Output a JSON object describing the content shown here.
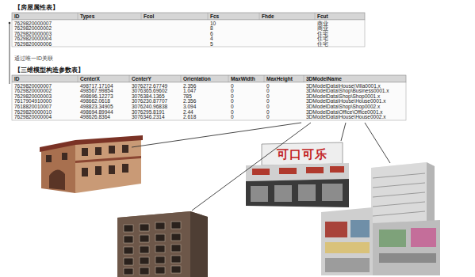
{
  "diagram": {
    "labels": [
      "【房屋属性表】",
      "ID",
      "Types",
      "Fcol",
      "Fcs",
      "Fhde",
      "Fcut",
      "7629820000007",
      "10",
      "商业",
      "7629820000002",
      "8",
      "商业",
      "7629820000003",
      "6",
      "住宅",
      "7629820000004",
      "4",
      "住宅",
      "7629820000006",
      "5",
      "住宅",
      "通过唯一ID关联",
      "【三维模型构造参数表】",
      "ID",
      "CenterX",
      "CenterY",
      "Orientation",
      "MaxWidth",
      "MaxHeight",
      "3DModelName",
      "7629820000007",
      "498717.17104",
      "3076272.67749",
      "2.356",
      "0",
      "0",
      "3DModelData\\House\\Villa0001.x",
      "7629820000002",
      "498567.99854",
      "3076365.69602",
      "1.047",
      "0",
      "0",
      "3DModelData\\Shop\\Business0001.x",
      "7629820000003",
      "498696.12273",
      "3076384.1365",
      "785",
      "0",
      "0",
      "3DModelData\\Shop\\Shop0001.x",
      "7617904910000",
      "498662.0618",
      "3076230.87707",
      "2.356",
      "0",
      "0",
      "3DModelData\\House\\House0001.x",
      "7618820010007",
      "498823.34905",
      "3076240.96838",
      "3.094",
      "0",
      "0",
      "3DModelData\\Shop\\Shop0002.x",
      "7629820000010",
      "498694.89944",
      "3076295.8191",
      "2.44",
      "0",
      "0",
      "3DModelData\\Office\\Office0001.x",
      "7629820000004",
      "498626.8364",
      "3076346.2314",
      "2.618",
      "0",
      "0",
      "3DModelData\\House\\House0002.x",
      "可口可乐"
    ]
  }
}
